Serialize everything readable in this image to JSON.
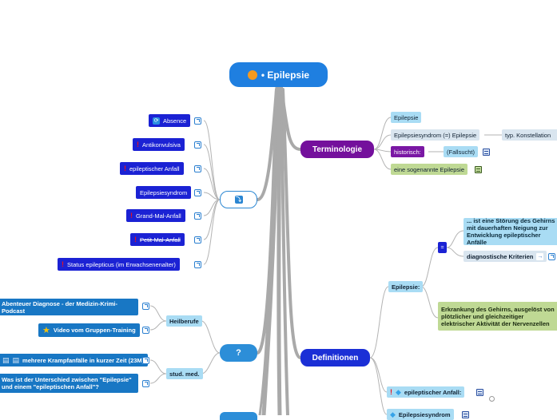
{
  "root": {
    "label": "• Epilepsie"
  },
  "branches": {
    "terminologie": {
      "label": "Terminologie"
    },
    "definitionen": {
      "label": "Definitionen"
    },
    "icon_node": {
      "label": "⤵"
    },
    "question_node": {
      "label": "?"
    }
  },
  "terminologie": {
    "epilepsie": "Epilepsie",
    "epilepsiesyndrom": "Epilepsiesyndrom (=) Epilepsie",
    "konstellation": "typ. Konstellation",
    "historisch": "historisch:",
    "fallsucht": "(Fallsucht)",
    "sogenannte": "eine sogenannte Epilepsie"
  },
  "definitionen": {
    "epilepsie_label": "Epilepsie:",
    "equals": "=",
    "stoerung": "... ist eine Störung des Gehirns mit dauerhaften Neigung zur Entwicklung epileptischer Anfälle",
    "kriterien": "diagnostische Kriterien",
    "erkrankung": "Erkrankung des Gehirns, ausgelöst von plötzlicher und gleichzeitiger elektrischer Aktivität der Nervenzellen",
    "anfall": "epileptischer Anfall:",
    "epilepsiesyndrom": "Epilepsiesyndrom"
  },
  "left_items": [
    {
      "label": "Absence"
    },
    {
      "label": "Antikonvulsiva"
    },
    {
      "label": "epileptischer Anfall"
    },
    {
      "label": "Epilepsiesyndrom"
    },
    {
      "label": "Grand-Mal-Anfall"
    },
    {
      "label": "Petit-Mal-Anfall"
    },
    {
      "label": "Status epilepticus (im Erwachsenenalter)"
    }
  ],
  "question": {
    "heilberufe": "Heilberufe",
    "podcast": "Abenteuer Diagnose - der Medizin-Krimi-Podcast",
    "video": "Video vom Gruppen-Training",
    "stud_med": "stud. med.",
    "krampf": "mehrere Krampfanfälle in kurzer Zeit (23M)",
    "unterschied": "Was ist der Unterschied zwischen \"Epilepsie\" und einem \"epileptischen Anfall\"?"
  },
  "colors": {
    "root": "#1f7fe0",
    "terminologie": "#74109c",
    "definitionen": "#1b2fd6",
    "connector": "#a7a7a7"
  }
}
